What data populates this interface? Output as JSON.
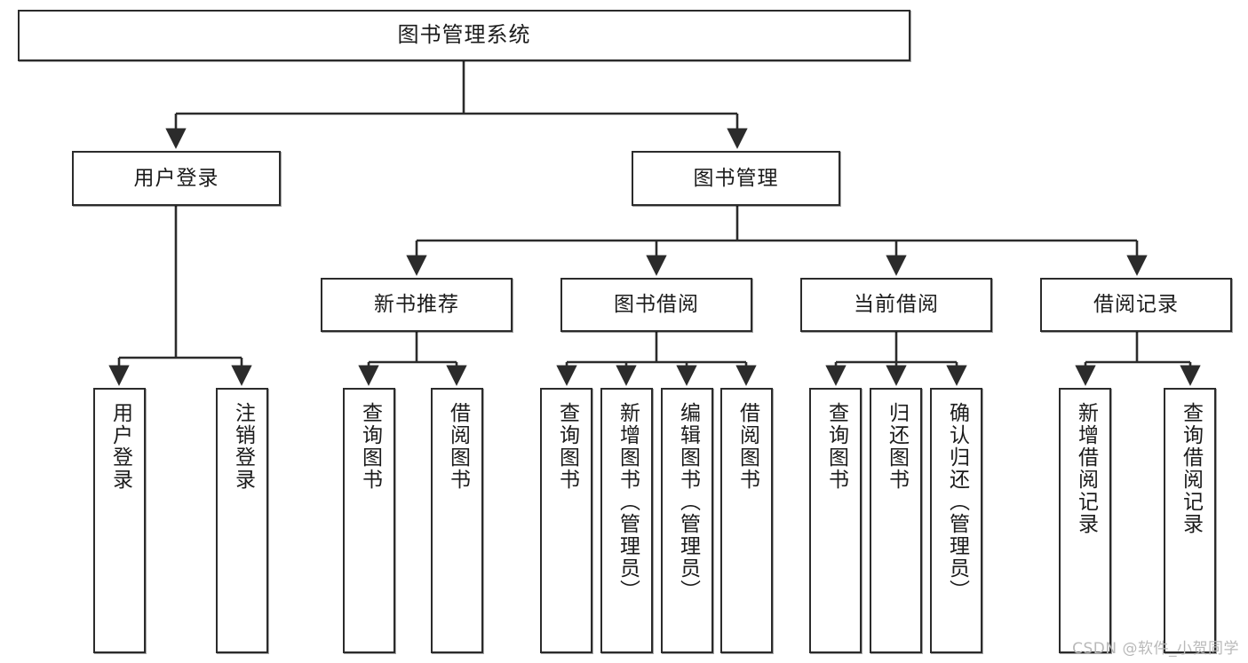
{
  "diagram": {
    "title": "图书管理系统",
    "type": "hierarchy-tree",
    "style": {
      "box_fill": "#ffffff",
      "box_stroke": "#2b2b2b",
      "connector_color": "#2b2b2b",
      "text_color": "#1b1b1b",
      "watermark_color": "#b9b9b9",
      "background": "#ffffff"
    },
    "root": {
      "label": "图书管理系统"
    },
    "level2": [
      {
        "label": "用户登录"
      },
      {
        "label": "图书管理"
      }
    ],
    "level3": [
      {
        "label": "新书推荐"
      },
      {
        "label": "图书借阅"
      },
      {
        "label": "当前借阅"
      },
      {
        "label": "借阅记录"
      }
    ],
    "leaves": {
      "user_login": [
        {
          "label": "用户登录"
        },
        {
          "label": "注销登录"
        }
      ],
      "new_book_recommend": [
        {
          "label": "查询图书"
        },
        {
          "label": "借阅图书"
        }
      ],
      "book_borrow": [
        {
          "label": "查询图书"
        },
        {
          "label": "新增图书（管理员）"
        },
        {
          "label": "编辑图书（管理员）"
        },
        {
          "label": "借阅图书"
        }
      ],
      "current_borrow": [
        {
          "label": "查询图书"
        },
        {
          "label": "归还图书"
        },
        {
          "label": "确认归还（管理员）"
        }
      ],
      "borrow_record": [
        {
          "label": "新增借阅记录"
        },
        {
          "label": "查询借阅记录"
        }
      ]
    }
  },
  "watermark": {
    "text": "CSDN @软件_小贺同学"
  }
}
